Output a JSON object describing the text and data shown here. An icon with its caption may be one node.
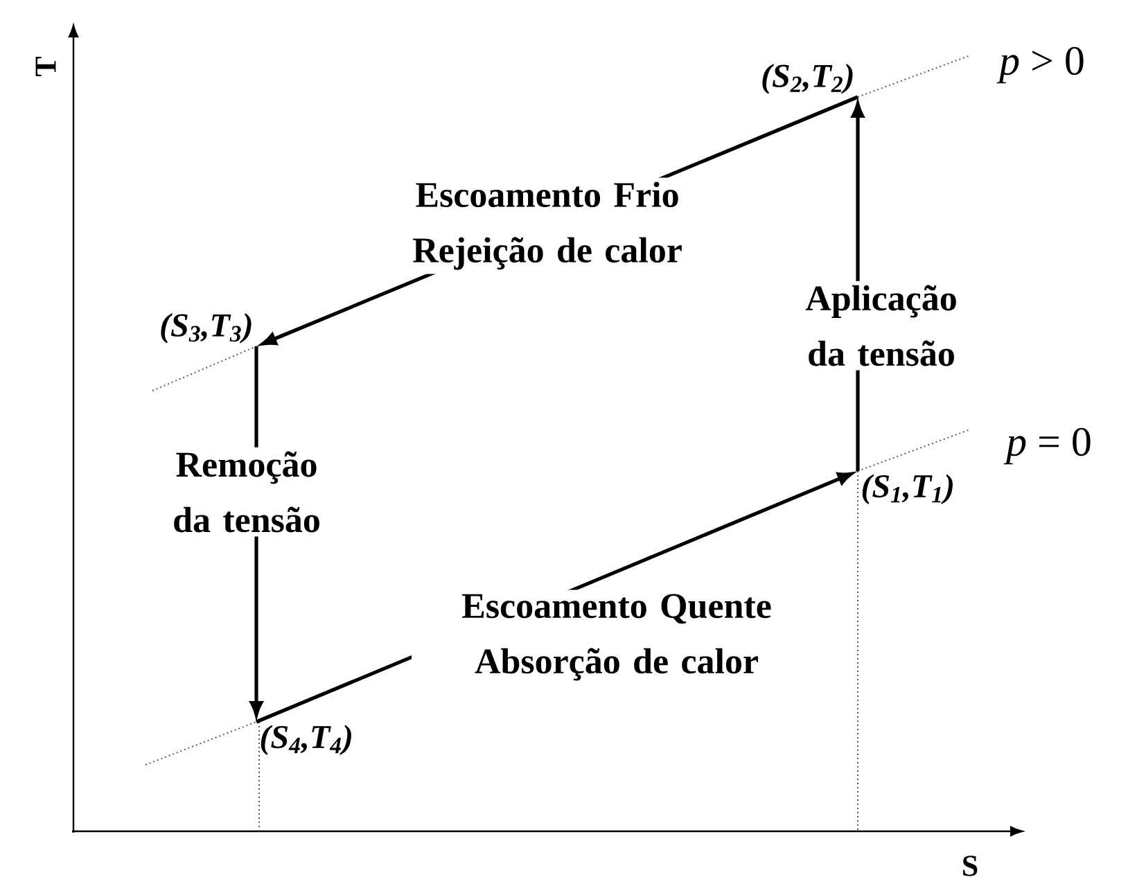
{
  "diagram": {
    "nodes": [
      {
        "text": [
          "(S$_{2}$,T$_{2}$)"
        ]
      },
      {
        "text": [
          "(S$_{3}$,T$_{3}$)"
        ]
      },
      {
        "text": [
          "(S$_{1}$,T$_{1}$)"
        ]
      },
      {
        "text": [
          "(S$_{4}$,T$_{4}$)"
        ]
      }
    ],
    "edges": [
      {
        "from": 2,
        "to": 0,
        "arrow": "to",
        "label": "Aplicação da tensão"
      },
      {
        "from": 0,
        "to": 1,
        "arrow": "to",
        "label": "Escoamento Frio Rejeição de calor"
      },
      {
        "from": 1,
        "to": 3,
        "arrow": "to",
        "label": "Remoção da tensão"
      },
      {
        "from": 3,
        "to": 2,
        "arrow": "to",
        "label": "Escoamento Quente Absorção de calor"
      }
    ],
    "labels": [
      "T",
      "*p* > 0",
      "*p* = 0",
      "S"
    ]
  }
}
